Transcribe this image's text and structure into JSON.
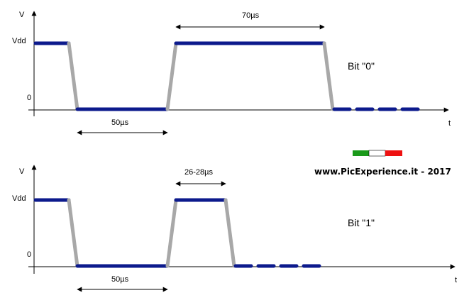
{
  "diagram": {
    "watermark": "www.PicExperience.it - 2017",
    "flag_colors": [
      "#1a9a1a",
      "#ffffff",
      "#ee1111"
    ],
    "colors": {
      "level": "#0c1a8c",
      "transition": "#a8a8a8",
      "axis": "#000000"
    },
    "panels": [
      {
        "id": "bit0",
        "label": "Bit  \"0\"",
        "axis_y_label": "V",
        "axis_x_label": "t",
        "level_high_label": "Vdd",
        "level_low_label": "0",
        "low_pulse_label": "50µs",
        "high_pulse_label": "70µs"
      },
      {
        "id": "bit1",
        "label": "Bit  \"1\"",
        "axis_y_label": "V",
        "axis_x_label": "t",
        "level_high_label": "Vdd",
        "level_low_label": "0",
        "low_pulse_label": "50µs",
        "high_pulse_label": "26-28µs"
      }
    ]
  }
}
